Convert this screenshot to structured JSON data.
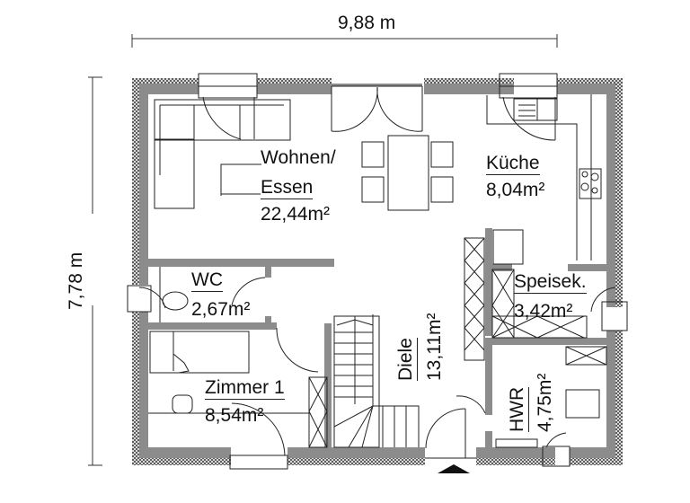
{
  "plan": {
    "dimensions": {
      "width": "9,88 m",
      "height": "7,78 m"
    },
    "rooms": [
      {
        "name": "Wohnen/",
        "name2": "Essen",
        "area": "22,44m²"
      },
      {
        "name": "Küche",
        "area": "8,04m²"
      },
      {
        "name": "WC",
        "area": "2,67m²"
      },
      {
        "name": "Speisek.",
        "area": "3,42m²"
      },
      {
        "name": "Zimmer 1",
        "area": "8,54m²"
      },
      {
        "name": "Diele",
        "area": "13,11m²"
      },
      {
        "name": "HWR",
        "area": "4,75m²"
      }
    ],
    "colors": {
      "wall_fill": "#8c8c8c",
      "wall_hatch": "#555555",
      "line": "#222222",
      "background": "#ffffff"
    }
  }
}
